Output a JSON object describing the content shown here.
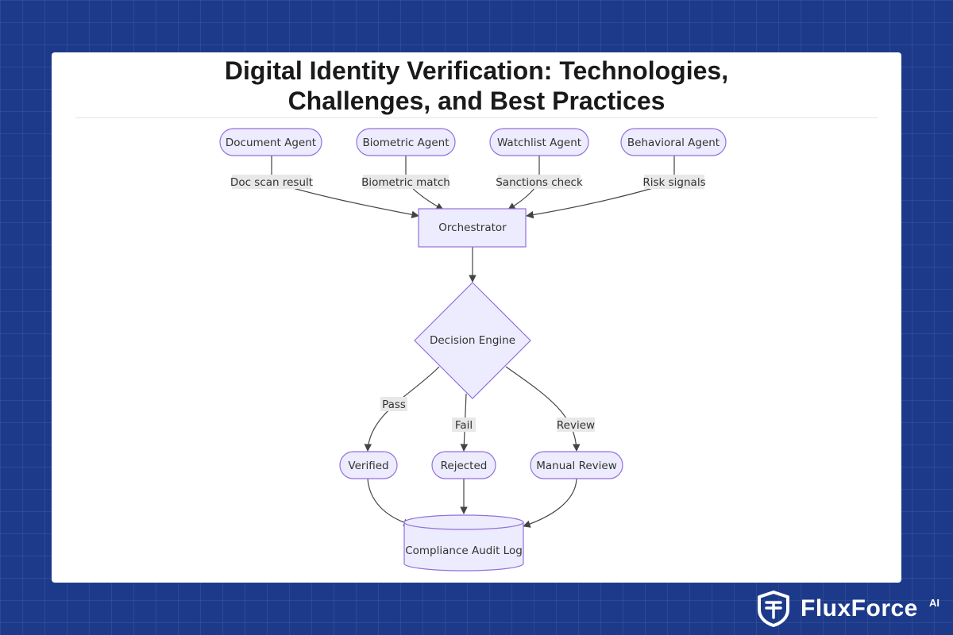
{
  "page": {
    "title_line1": "Digital Identity Verification: Technologies,",
    "title_line2": "Challenges, and Best Practices"
  },
  "diagram": {
    "agents": [
      {
        "label": "Document Agent",
        "edge_label": "Doc scan result"
      },
      {
        "label": "Biometric Agent",
        "edge_label": "Biometric match"
      },
      {
        "label": "Watchlist Agent",
        "edge_label": "Sanctions check"
      },
      {
        "label": "Behavioral Agent",
        "edge_label": "Risk signals"
      }
    ],
    "orchestrator": "Orchestrator",
    "decision": "Decision Engine",
    "outcomes": [
      {
        "label": "Verified",
        "edge_label": "Pass"
      },
      {
        "label": "Rejected",
        "edge_label": "Fail"
      },
      {
        "label": "Manual Review",
        "edge_label": "Review"
      }
    ],
    "log": "Compliance Audit Log"
  },
  "brand": {
    "name": "FluxForce",
    "sup": "AI",
    "icon": "shield-icon",
    "colors": {
      "background": "#1d3a8a",
      "node_fill": "#ececfe",
      "node_stroke": "#9370db"
    }
  }
}
